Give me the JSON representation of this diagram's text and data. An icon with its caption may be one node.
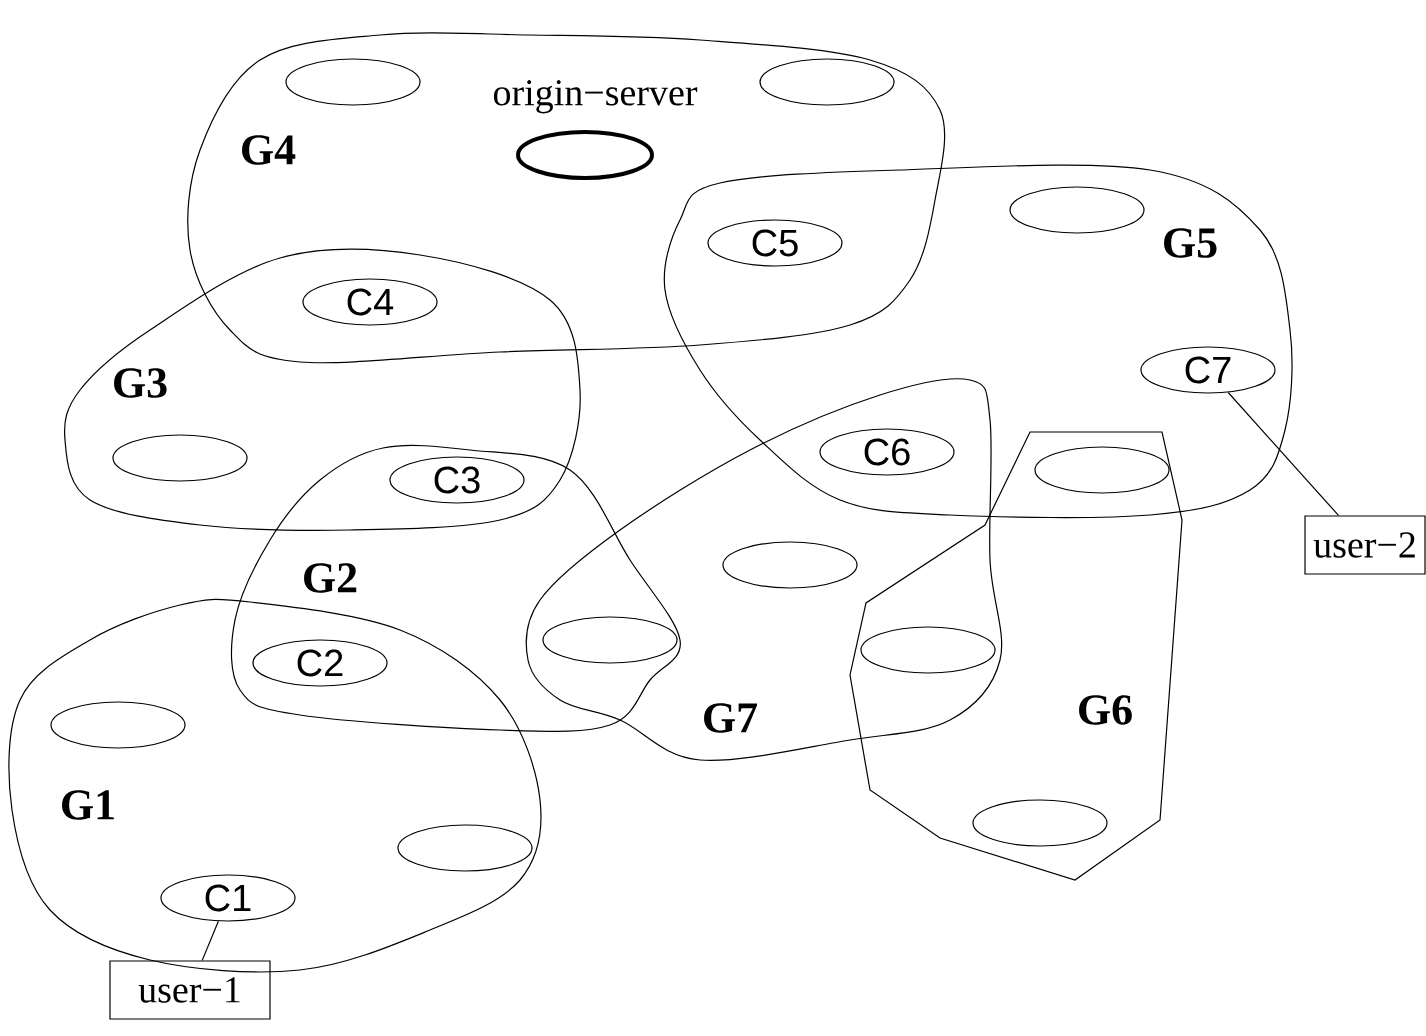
{
  "diagram": {
    "nodes": [
      {
        "text": [
          "G4"
        ]
      },
      {
        "text": [],
        "shape": "ellipse",
        "in": 0
      },
      {
        "text": [],
        "shape": "ellipse",
        "in": 0
      },
      {
        "text": [],
        "shape": "ellipse",
        "in": 0,
        "beside": [
          "origin−server"
        ]
      },
      {
        "text": [
          "C4"
        ]
      },
      {
        "text": [
          "C5"
        ]
      },
      {
        "text": [
          "G3"
        ]
      },
      {
        "text": [],
        "shape": "ellipse",
        "in": 6
      },
      {
        "text": [
          "C3"
        ]
      },
      {
        "text": [
          "G5"
        ]
      },
      {
        "text": [],
        "shape": "ellipse",
        "in": 9
      },
      {
        "text": [
          "C7"
        ],
        "in": 9
      },
      {
        "text": [
          "C6"
        ]
      },
      {
        "text": [],
        "shape": "ellipse"
      },
      {
        "text": [
          "G2"
        ]
      },
      {
        "text": [
          "C2"
        ]
      },
      {
        "text": [],
        "shape": "ellipse"
      },
      {
        "text": [
          "G7"
        ]
      },
      {
        "text": [],
        "shape": "ellipse",
        "in": 17
      },
      {
        "text": [],
        "shape": "ellipse"
      },
      {
        "text": [
          "G1"
        ]
      },
      {
        "text": [],
        "shape": "ellipse",
        "in": 20
      },
      {
        "text": [],
        "shape": "ellipse",
        "in": 20
      },
      {
        "text": [
          "C1"
        ],
        "in": 20
      },
      {
        "text": [
          "G6"
        ]
      },
      {
        "text": [],
        "shape": "ellipse",
        "in": 24
      },
      {
        "text": [
          "user−1"
        ]
      },
      {
        "text": [
          "user−2"
        ]
      }
    ],
    "edges": [
      {
        "from": 23,
        "to": 26,
        "arrow": "none"
      },
      {
        "from": 11,
        "to": 27,
        "arrow": "none"
      }
    ]
  }
}
